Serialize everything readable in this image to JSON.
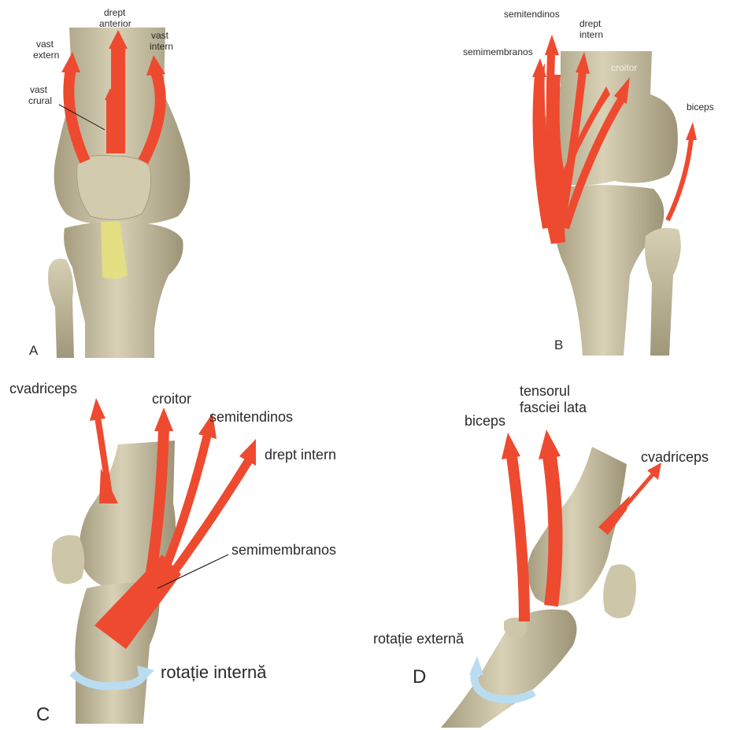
{
  "colors": {
    "muscle": "#ee4a30",
    "bone": "#c9c1a4",
    "bone_shade": "#9e9578",
    "ligament": "#e6e27a",
    "rotation": "#b9dcf0"
  },
  "panels": {
    "A": {
      "letter": "A",
      "labels": {
        "drept_anterior_1": "drept",
        "drept_anterior_2": "anterior",
        "vast_extern_1": "vast",
        "vast_extern_2": "extern",
        "vast_intern_1": "vast",
        "vast_intern_2": "intern",
        "vast_crural_1": "vast",
        "vast_crural_2": "crural"
      }
    },
    "B": {
      "letter": "B",
      "labels": {
        "semitendinos": "semitendinos",
        "drept_intern_1": "drept",
        "drept_intern_2": "intern",
        "semimembranos": "semimembranos",
        "croitor": "croitor",
        "biceps": "biceps"
      }
    },
    "C": {
      "letter": "C",
      "labels": {
        "cvadriceps": "cvadriceps",
        "croitor": "croitor",
        "semitendinos": "semitendinos",
        "drept_intern": "drept intern",
        "semimembranos": "semimembranos",
        "rotatie": "rotație internă"
      }
    },
    "D": {
      "letter": "D",
      "labels": {
        "tensorul_1": "tensorul",
        "tensorul_2": "fasciei lata",
        "biceps": "biceps",
        "cvadriceps": "cvadriceps",
        "rotatie": "rotație externă"
      }
    }
  }
}
